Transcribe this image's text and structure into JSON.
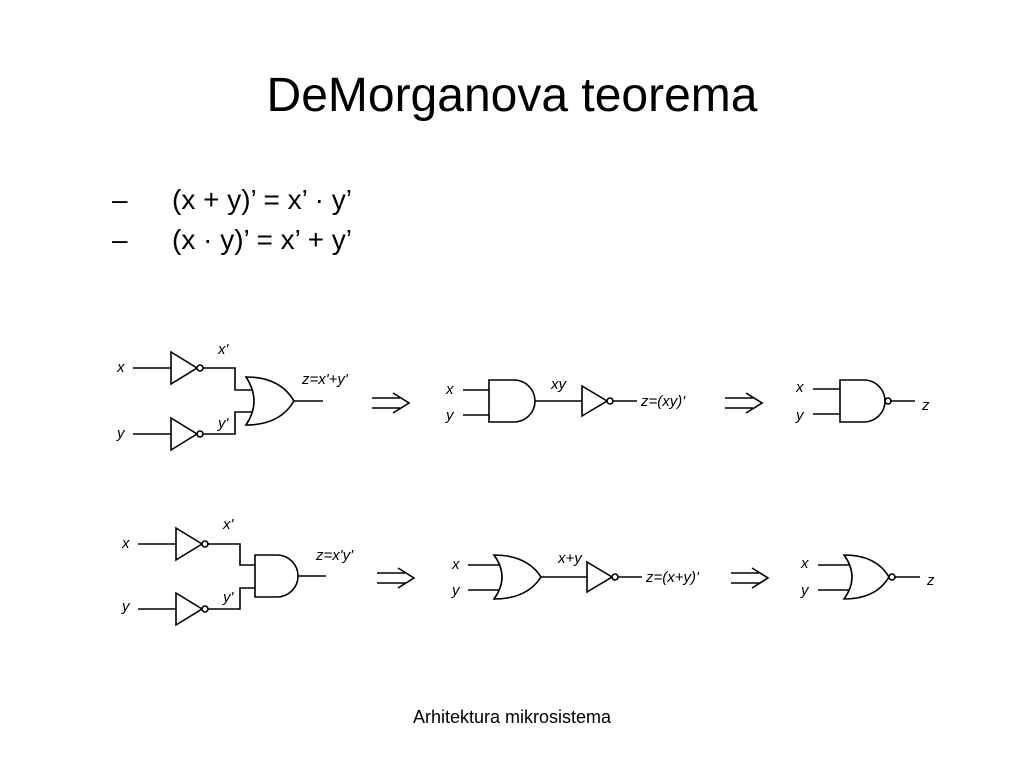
{
  "slide": {
    "title": "DeMorganova teorema",
    "footer": "Arhitektura mikrosistema"
  },
  "bullets": [
    {
      "dash": "–",
      "formula": "(x + y)’ = x’ · y’"
    },
    {
      "dash": "–",
      "formula": "(x · y)’ = x’ + y’"
    }
  ],
  "diagrams": {
    "row1": {
      "step1": {
        "in_x": "x",
        "in_y": "y",
        "not_x": "x'",
        "not_y": "y'",
        "out": "z=x'+y'"
      },
      "step2": {
        "in_x": "x",
        "in_y": "y",
        "mid": "xy",
        "out": "z=(xy)'"
      },
      "step3": {
        "in_x": "x",
        "in_y": "y",
        "out": "z"
      }
    },
    "row2": {
      "step1": {
        "in_x": "x",
        "in_y": "y",
        "not_x": "x'",
        "not_y": "y'",
        "out": "z=x'y'"
      },
      "step2": {
        "in_x": "x",
        "in_y": "y",
        "mid": "x+y",
        "out": "z=(x+y)'"
      },
      "step3": {
        "in_x": "x",
        "in_y": "y",
        "out": "z"
      }
    }
  }
}
